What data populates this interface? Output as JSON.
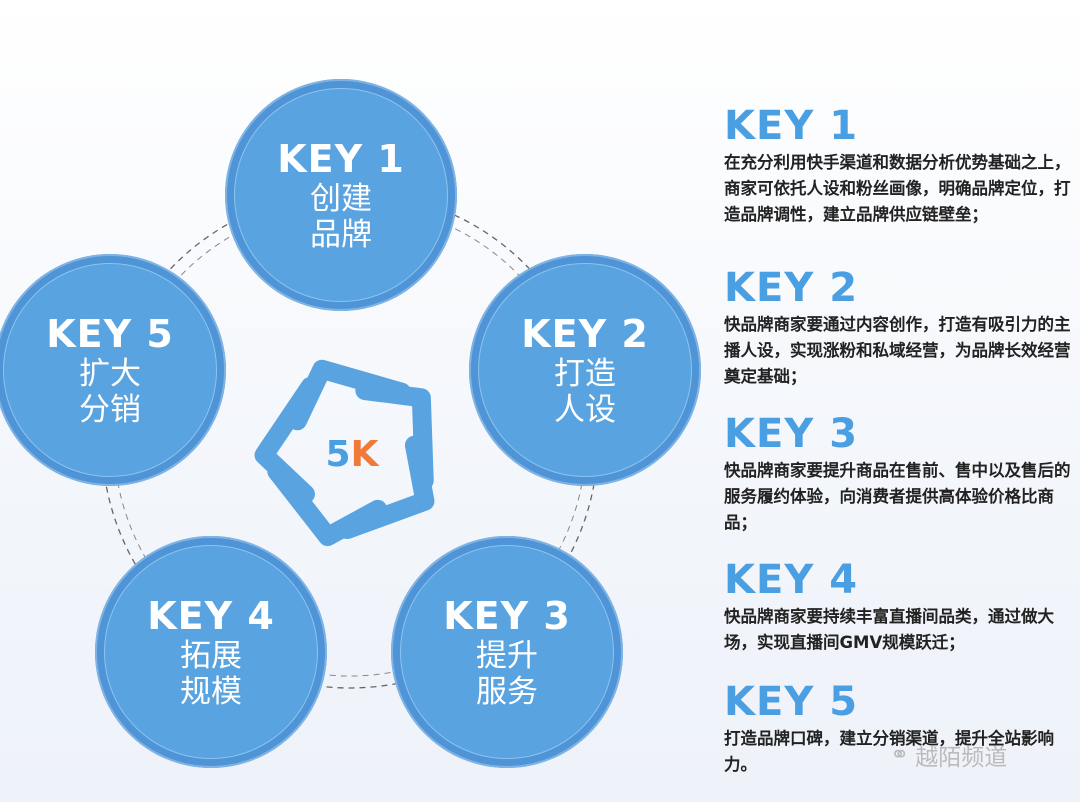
{
  "logo": {
    "digit": "5",
    "letter": "K",
    "digit_color": "#4a9fe2",
    "letter_color": "#f07a3a"
  },
  "circles": [
    {
      "key": "KEY 1",
      "line1": "创建",
      "line2": "品牌"
    },
    {
      "key": "KEY 2",
      "line1": "打造",
      "line2": "人设"
    },
    {
      "key": "KEY 3",
      "line1": "提升",
      "line2": "服务"
    },
    {
      "key": "KEY 4",
      "line1": "拓展",
      "line2": "规模"
    },
    {
      "key": "KEY 5",
      "line1": "扩大",
      "line2": "分销"
    }
  ],
  "descriptions": [
    {
      "title": "KEY 1",
      "text": "在充分利用快手渠道和数据分析优势基础之上，商家可依托人设和粉丝画像，明确品牌定位，打造品牌调性，建立品牌供应链壁垒；"
    },
    {
      "title": "KEY 2",
      "text": "快品牌商家要通过内容创作，打造有吸引力的主播人设，实现涨粉和私域经营，为品牌长效经营奠定基础；"
    },
    {
      "title": "KEY 3",
      "text": "快品牌商家要提升商品在售前、售中以及售后的服务履约体验，向消费者提供高体验价格比商品；"
    },
    {
      "title": "KEY 4",
      "text": "快品牌商家要持续丰富直播间品类，通过做大场，实现直播间GMV规模跃迁；"
    },
    {
      "title": "KEY 5",
      "text": "打造品牌口碑，建立分销渠道，提升全站影响力。"
    }
  ],
  "watermark": "越陌频道",
  "colors": {
    "circle": "#58a3e0",
    "title": "#4a9fe2",
    "accent": "#f07a3a"
  }
}
